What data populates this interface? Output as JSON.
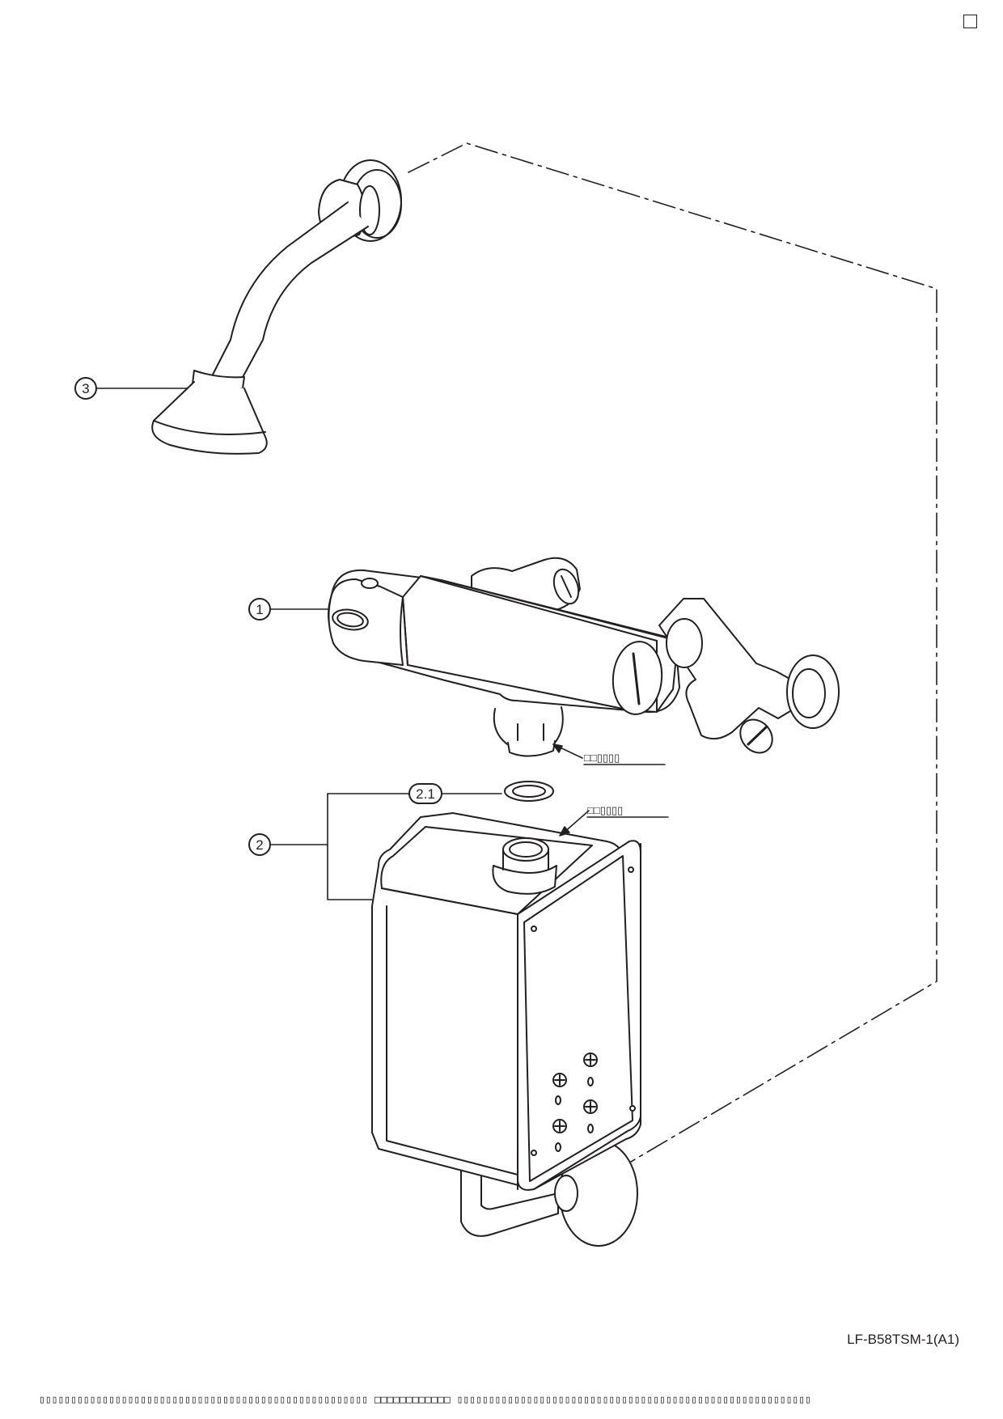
{
  "header": {
    "corner_mark": "□"
  },
  "callouts": [
    {
      "id": "3",
      "label": "3"
    },
    {
      "id": "1",
      "label": "1"
    },
    {
      "id": "2",
      "label": "2"
    },
    {
      "id": "2.1",
      "label": "2.1"
    }
  ],
  "notes": {
    "outlet_note": "□□▯▯▯▯",
    "inlet_note": "□□▯▯▯▯"
  },
  "parts": [
    {
      "icon": "shower-head-icon"
    },
    {
      "icon": "thermostatic-mixer-icon"
    },
    {
      "icon": "washer-icon"
    },
    {
      "icon": "mounting-box-icon"
    }
  ],
  "footer": {
    "model_code": "LF-B58TSM-1(A1)",
    "line_left": "▯▯▯▯▯▯▯▯▯▯▯▯▯▯▯▯▯▯▯▯▯▯▯▯▯▯▯▯▯▯▯▯▯▯▯▯▯▯▯▯▯▯▯▯▯▯▯▯▯▯▯▯",
    "line_mid": "□□□□□□□□□□□□",
    "line_right": "▯▯▯▯▯▯▯▯▯▯▯▯▯▯▯▯▯▯▯▯▯▯▯▯▯▯▯▯▯▯▯▯▯▯▯▯▯▯▯▯▯▯▯▯▯▯▯▯▯▯▯▯▯▯▯▯"
  },
  "colors": {
    "line": "#231f20",
    "background": "#ffffff"
  }
}
